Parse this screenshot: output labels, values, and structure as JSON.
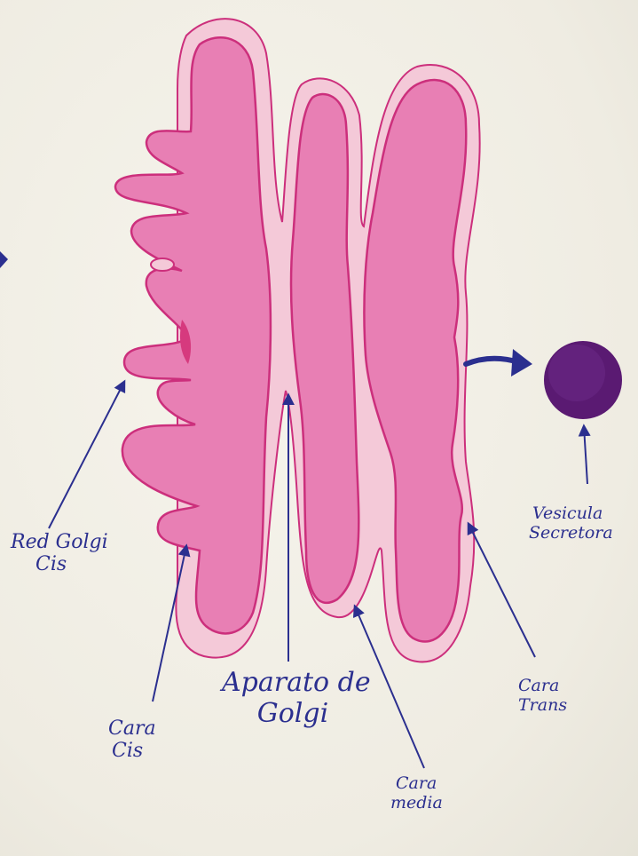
{
  "colors": {
    "paper": "#f1efe6",
    "cisterna_fill": "#e87fb4",
    "cisterna_outline": "#cc2f7c",
    "lumen_halo": "#f4c9d8",
    "ink": "#2b2f8f",
    "vesicle": "#5a1a72"
  },
  "labels": {
    "red_golgi_cis_line1": "Red Golgi",
    "red_golgi_cis_line2": "Cis",
    "cara_cis_line1": "Cara",
    "cara_cis_line2": "Cis",
    "aparato_line1": "Aparato de",
    "aparato_line2": "Golgi",
    "cara_media_line1": "Cara",
    "cara_media_line2": "media",
    "cara_trans_line1": "Cara",
    "cara_trans_line2": "Trans",
    "vesicula_line1": "Vesicula",
    "vesicula_line2": "Secretora"
  }
}
